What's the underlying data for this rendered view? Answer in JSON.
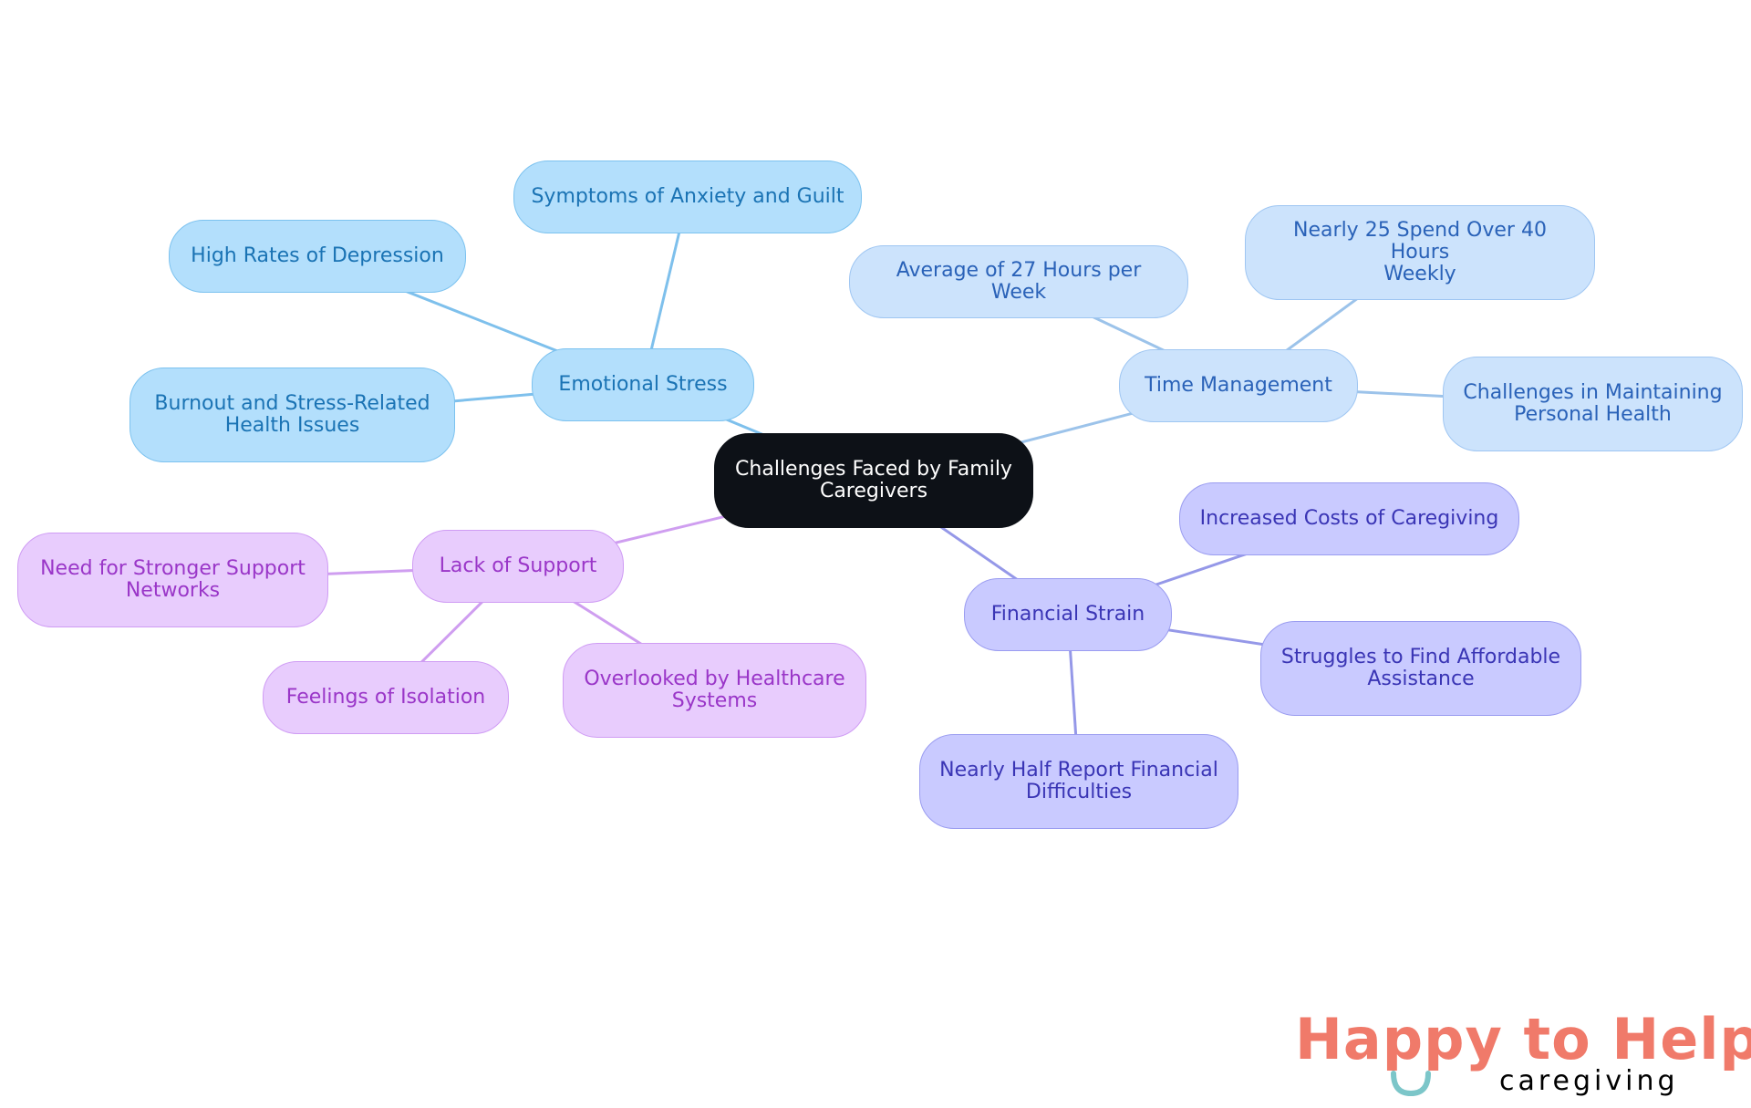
{
  "diagram": {
    "center": {
      "id": "center",
      "text": "Challenges Faced by Family Caregivers",
      "lines": [
        "Challenges Faced by Family",
        "Caregivers"
      ]
    },
    "branches": [
      {
        "id": "emotional",
        "text": "Emotional Stress",
        "lines": [
          "Emotional Stress"
        ],
        "color": "#7ec0ec",
        "children": [
          {
            "id": "anxiety",
            "text": "Symptoms of Anxiety and Guilt",
            "lines": [
              "Symptoms of Anxiety and Guilt"
            ]
          },
          {
            "id": "depression",
            "text": "High Rates of Depression",
            "lines": [
              "High Rates of Depression"
            ]
          },
          {
            "id": "burnout",
            "text": "Burnout and Stress-Related Health Issues",
            "lines": [
              "Burnout and Stress-Related",
              "Health Issues"
            ]
          }
        ]
      },
      {
        "id": "time",
        "text": "Time Management",
        "lines": [
          "Time Management"
        ],
        "color": "#9cc3ea",
        "children": [
          {
            "id": "avg27",
            "text": "Average of 27 Hours per Week",
            "lines": [
              "Average of 27 Hours per Week"
            ]
          },
          {
            "id": "over40",
            "text": "Nearly 25 Spend Over 40 Hours Weekly",
            "lines": [
              "Nearly 25 Spend Over 40 Hours",
              "Weekly"
            ]
          },
          {
            "id": "health",
            "text": "Challenges in Maintaining Personal Health",
            "lines": [
              "Challenges in Maintaining",
              "Personal Health"
            ]
          }
        ]
      },
      {
        "id": "financial",
        "text": "Financial Strain",
        "lines": [
          "Financial Strain"
        ],
        "color": "#9598e8",
        "children": [
          {
            "id": "costs",
            "text": "Increased Costs of Caregiving",
            "lines": [
              "Increased Costs of Caregiving"
            ]
          },
          {
            "id": "affordable",
            "text": "Struggles to Find Affordable Assistance",
            "lines": [
              "Struggles to Find Affordable",
              "Assistance"
            ]
          },
          {
            "id": "half",
            "text": "Nearly Half Report Financial Difficulties",
            "lines": [
              "Nearly Half Report Financial",
              "Difficulties"
            ]
          }
        ]
      },
      {
        "id": "support",
        "text": "Lack of Support",
        "lines": [
          "Lack of Support"
        ],
        "color": "#cf9ef0",
        "children": [
          {
            "id": "networks",
            "text": "Need for Stronger Support Networks",
            "lines": [
              "Need for Stronger Support",
              "Networks"
            ]
          },
          {
            "id": "isolation",
            "text": "Feelings of Isolation",
            "lines": [
              "Feelings of Isolation"
            ]
          },
          {
            "id": "overlooked",
            "text": "Overlooked by Healthcare Systems",
            "lines": [
              "Overlooked by Healthcare",
              "Systems"
            ]
          }
        ]
      }
    ]
  },
  "logo": {
    "word1": "Happy",
    "word2": "to Help",
    "sub": "caregiving",
    "colors": {
      "main": "#f07a6a",
      "accent": "#7cc6c9"
    }
  }
}
